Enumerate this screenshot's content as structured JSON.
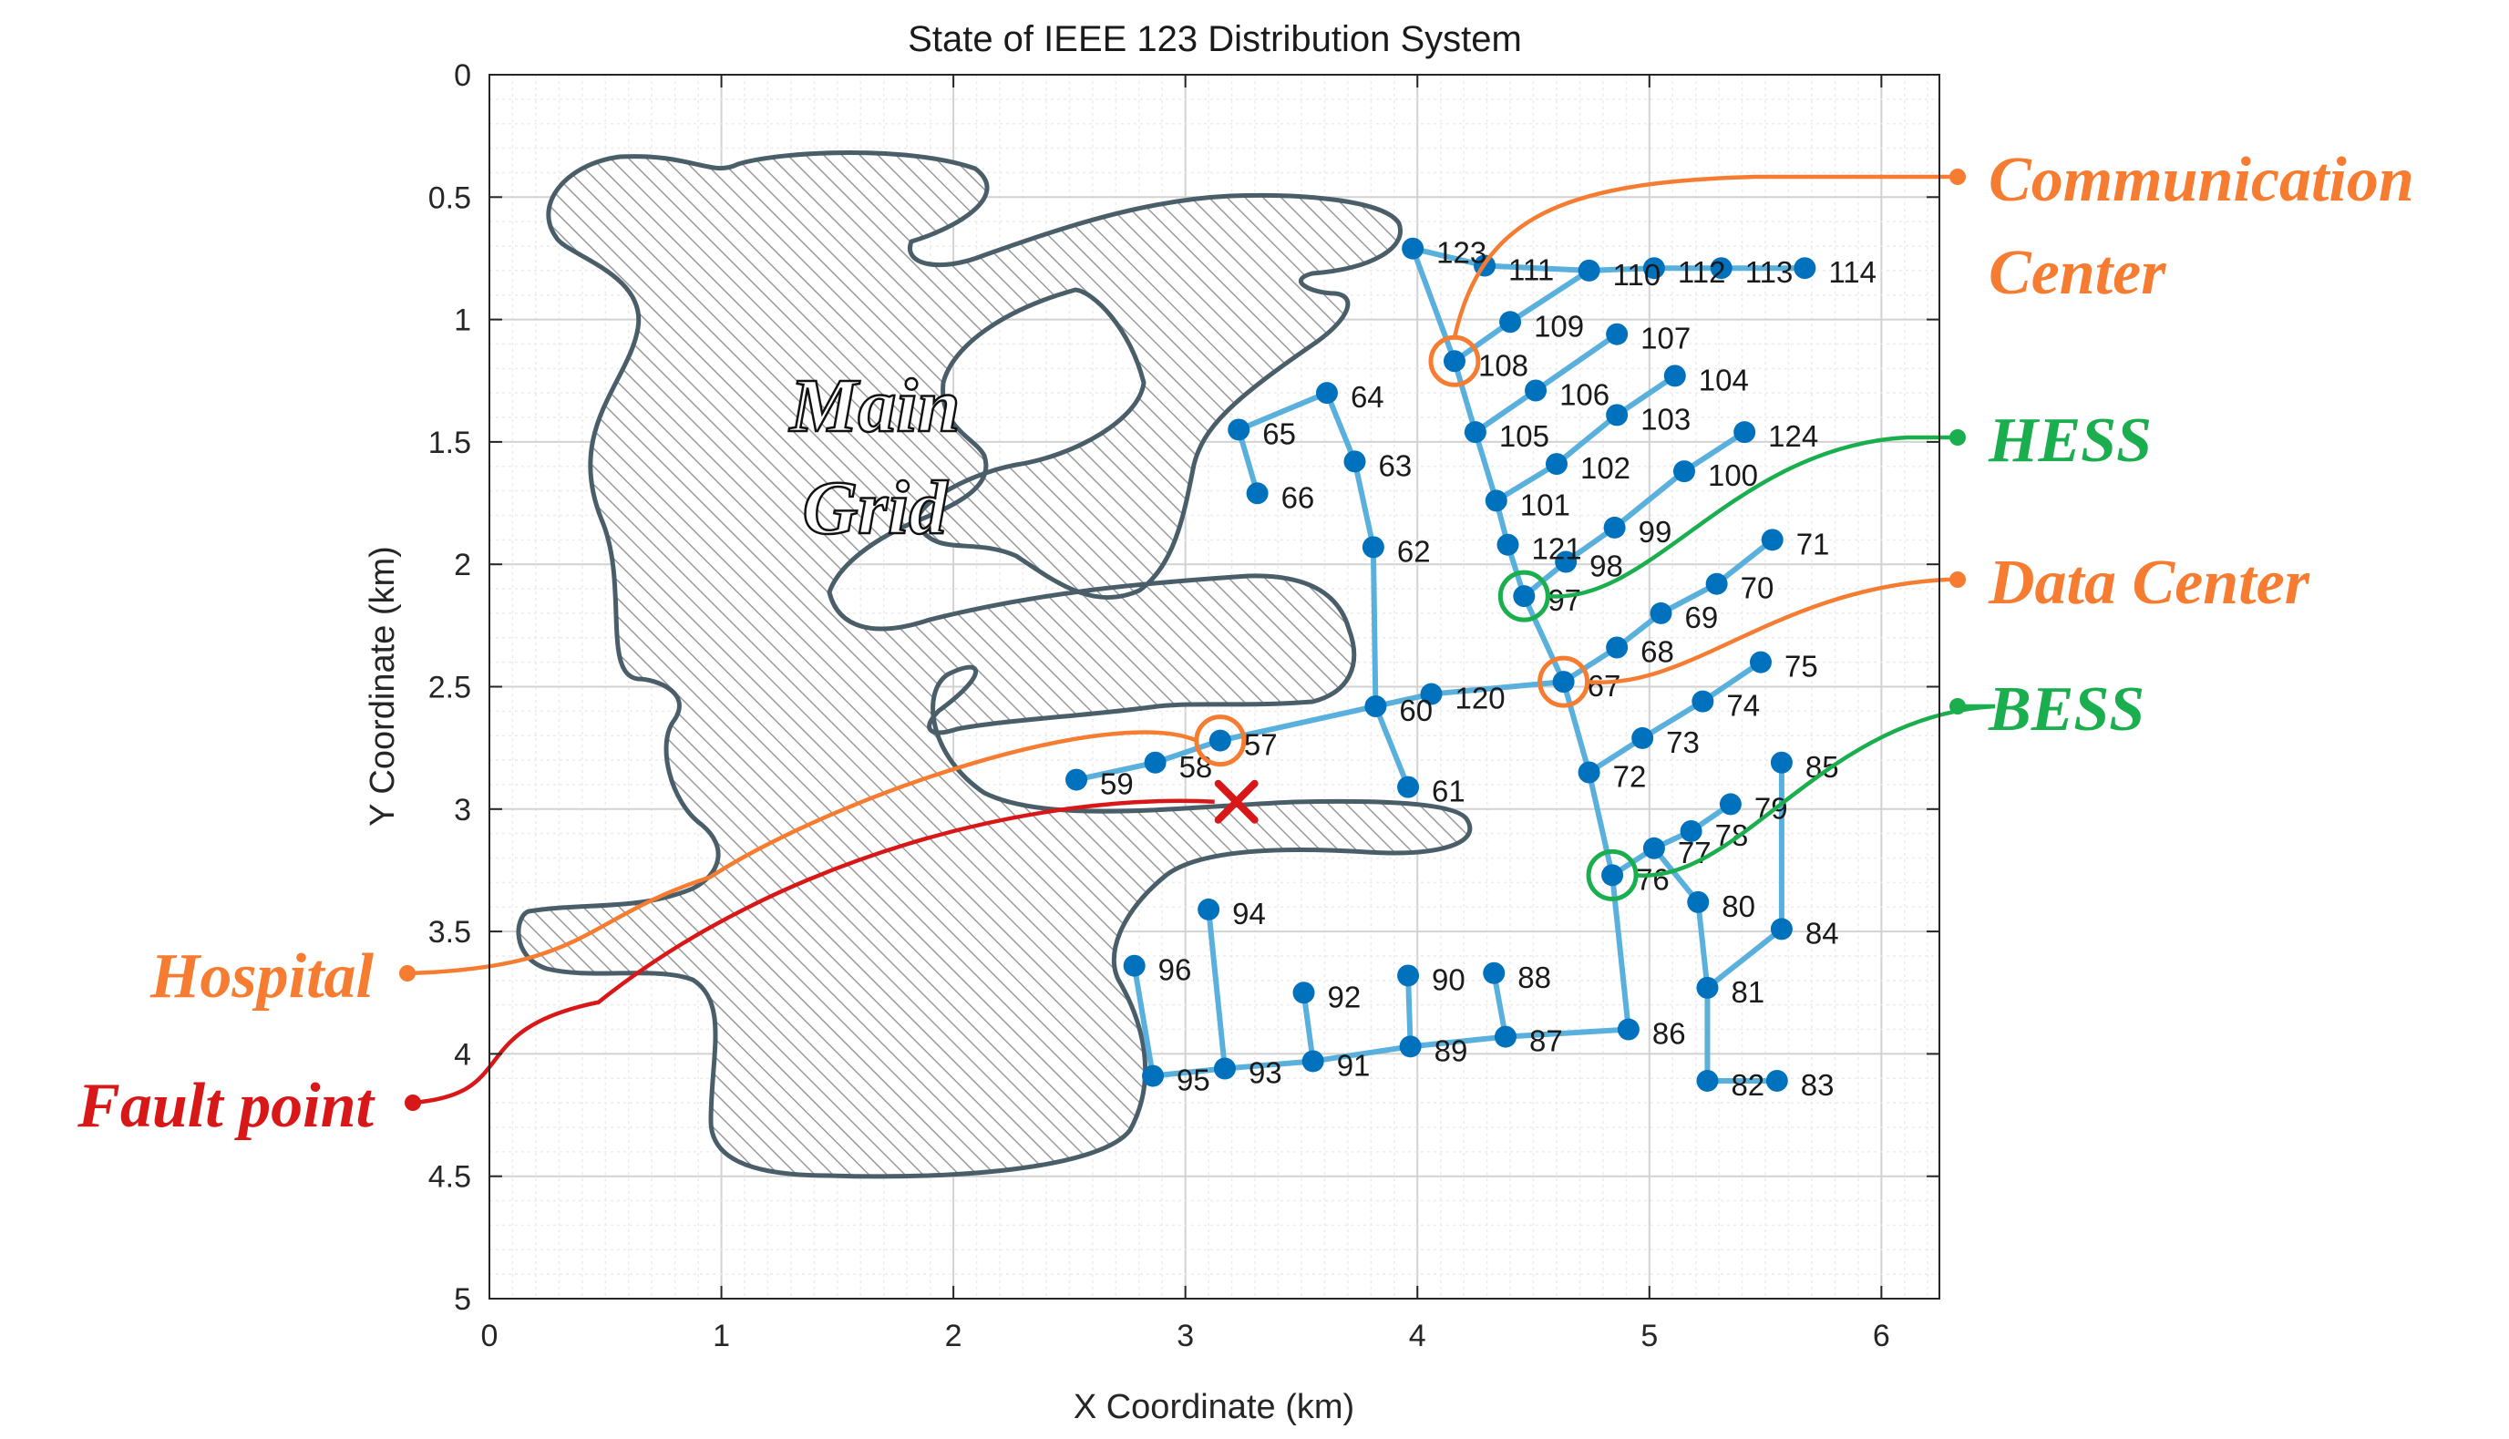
{
  "chart_data": {
    "type": "scatter",
    "title": "State of IEEE 123 Distribution System",
    "xlabel": "X Coordinate (km)",
    "ylabel": "Y Coordinate (km)",
    "xlim": [
      0,
      6.25
    ],
    "ylim": [
      0,
      5
    ],
    "y_axis_reversed": true,
    "grid": true,
    "minor_grid": true,
    "xticks": [
      "0",
      "1",
      "2",
      "3",
      "4",
      "5",
      "6"
    ],
    "yticks": [
      "0",
      "0.5",
      "1",
      "1.5",
      "2",
      "2.5",
      "3",
      "3.5",
      "4",
      "4.5",
      "5"
    ],
    "colors": {
      "line": "#5ab0dc",
      "node": "#0072bd",
      "orange": "#f57c30",
      "green": "#1aae4e",
      "red": "#d81818",
      "region_edge": "#4a5e6a",
      "grid": "#dedede"
    },
    "nodes": [
      {
        "id": "57",
        "x": 3.15,
        "y": 2.72
      },
      {
        "id": "58",
        "x": 2.87,
        "y": 2.81
      },
      {
        "id": "59",
        "x": 2.53,
        "y": 2.88
      },
      {
        "id": "60",
        "x": 3.82,
        "y": 2.58
      },
      {
        "id": "61",
        "x": 3.96,
        "y": 2.91
      },
      {
        "id": "62",
        "x": 3.81,
        "y": 1.93
      },
      {
        "id": "63",
        "x": 3.73,
        "y": 1.58
      },
      {
        "id": "64",
        "x": 3.61,
        "y": 1.3
      },
      {
        "id": "65",
        "x": 3.23,
        "y": 1.45
      },
      {
        "id": "66",
        "x": 3.31,
        "y": 1.71
      },
      {
        "id": "67",
        "x": 4.63,
        "y": 2.48
      },
      {
        "id": "68",
        "x": 4.86,
        "y": 2.34
      },
      {
        "id": "69",
        "x": 5.05,
        "y": 2.2
      },
      {
        "id": "70",
        "x": 5.29,
        "y": 2.08
      },
      {
        "id": "71",
        "x": 5.53,
        "y": 1.9
      },
      {
        "id": "72",
        "x": 4.74,
        "y": 2.85
      },
      {
        "id": "73",
        "x": 4.97,
        "y": 2.71
      },
      {
        "id": "74",
        "x": 5.23,
        "y": 2.56
      },
      {
        "id": "75",
        "x": 5.48,
        "y": 2.4
      },
      {
        "id": "76",
        "x": 4.84,
        "y": 3.27
      },
      {
        "id": "77",
        "x": 5.02,
        "y": 3.16
      },
      {
        "id": "78",
        "x": 5.18,
        "y": 3.09
      },
      {
        "id": "79",
        "x": 5.35,
        "y": 2.98
      },
      {
        "id": "80",
        "x": 5.21,
        "y": 3.38
      },
      {
        "id": "81",
        "x": 5.25,
        "y": 3.73
      },
      {
        "id": "82",
        "x": 5.25,
        "y": 4.11
      },
      {
        "id": "83",
        "x": 5.55,
        "y": 4.11
      },
      {
        "id": "84",
        "x": 5.57,
        "y": 3.49
      },
      {
        "id": "85",
        "x": 5.57,
        "y": 2.81
      },
      {
        "id": "86",
        "x": 4.91,
        "y": 3.9
      },
      {
        "id": "87",
        "x": 4.38,
        "y": 3.93
      },
      {
        "id": "88",
        "x": 4.33,
        "y": 3.67
      },
      {
        "id": "89",
        "x": 3.97,
        "y": 3.97
      },
      {
        "id": "90",
        "x": 3.96,
        "y": 3.68
      },
      {
        "id": "91",
        "x": 3.55,
        "y": 4.03
      },
      {
        "id": "92",
        "x": 3.51,
        "y": 3.75
      },
      {
        "id": "93",
        "x": 3.17,
        "y": 4.06
      },
      {
        "id": "94",
        "x": 3.1,
        "y": 3.41
      },
      {
        "id": "95",
        "x": 2.86,
        "y": 4.09
      },
      {
        "id": "96",
        "x": 2.78,
        "y": 3.64
      },
      {
        "id": "97",
        "x": 4.46,
        "y": 2.13
      },
      {
        "id": "98",
        "x": 4.64,
        "y": 1.99
      },
      {
        "id": "99",
        "x": 4.85,
        "y": 1.85
      },
      {
        "id": "100",
        "x": 5.15,
        "y": 1.62
      },
      {
        "id": "101",
        "x": 4.34,
        "y": 1.74
      },
      {
        "id": "102",
        "x": 4.6,
        "y": 1.59
      },
      {
        "id": "103",
        "x": 4.86,
        "y": 1.39
      },
      {
        "id": "104",
        "x": 5.11,
        "y": 1.23
      },
      {
        "id": "105",
        "x": 4.25,
        "y": 1.46
      },
      {
        "id": "106",
        "x": 4.51,
        "y": 1.29
      },
      {
        "id": "107",
        "x": 4.86,
        "y": 1.06
      },
      {
        "id": "108",
        "x": 4.16,
        "y": 1.17
      },
      {
        "id": "109",
        "x": 4.4,
        "y": 1.01
      },
      {
        "id": "110",
        "x": 4.74,
        "y": 0.8
      },
      {
        "id": "111",
        "x": 4.29,
        "y": 0.78
      },
      {
        "id": "112",
        "x": 5.02,
        "y": 0.79
      },
      {
        "id": "113",
        "x": 5.31,
        "y": 0.79
      },
      {
        "id": "114",
        "x": 5.67,
        "y": 0.79
      },
      {
        "id": "120",
        "x": 4.06,
        "y": 2.53
      },
      {
        "id": "121",
        "x": 4.39,
        "y": 1.92
      },
      {
        "id": "123",
        "x": 3.98,
        "y": 0.71
      },
      {
        "id": "124",
        "x": 5.41,
        "y": 1.46
      }
    ],
    "edges": [
      [
        "57",
        "58"
      ],
      [
        "58",
        "59"
      ],
      [
        "57",
        "60"
      ],
      [
        "60",
        "61"
      ],
      [
        "60",
        "62"
      ],
      [
        "62",
        "63"
      ],
      [
        "63",
        "64"
      ],
      [
        "64",
        "65"
      ],
      [
        "65",
        "66"
      ],
      [
        "60",
        "120"
      ],
      [
        "120",
        "67"
      ],
      [
        "67",
        "68"
      ],
      [
        "68",
        "69"
      ],
      [
        "69",
        "70"
      ],
      [
        "70",
        "71"
      ],
      [
        "67",
        "72"
      ],
      [
        "72",
        "73"
      ],
      [
        "73",
        "74"
      ],
      [
        "74",
        "75"
      ],
      [
        "72",
        "76"
      ],
      [
        "76",
        "77"
      ],
      [
        "77",
        "78"
      ],
      [
        "78",
        "79"
      ],
      [
        "77",
        "80"
      ],
      [
        "80",
        "81"
      ],
      [
        "81",
        "82"
      ],
      [
        "82",
        "83"
      ],
      [
        "81",
        "84"
      ],
      [
        "84",
        "85"
      ],
      [
        "76",
        "86"
      ],
      [
        "86",
        "87"
      ],
      [
        "87",
        "88"
      ],
      [
        "87",
        "89"
      ],
      [
        "89",
        "90"
      ],
      [
        "89",
        "91"
      ],
      [
        "91",
        "92"
      ],
      [
        "91",
        "93"
      ],
      [
        "93",
        "94"
      ],
      [
        "93",
        "95"
      ],
      [
        "95",
        "96"
      ],
      [
        "67",
        "97"
      ],
      [
        "97",
        "98"
      ],
      [
        "98",
        "99"
      ],
      [
        "97",
        "121"
      ],
      [
        "121",
        "101"
      ],
      [
        "101",
        "102"
      ],
      [
        "102",
        "103"
      ],
      [
        "103",
        "104"
      ],
      [
        "101",
        "105"
      ],
      [
        "105",
        "106"
      ],
      [
        "106",
        "107"
      ],
      [
        "105",
        "108"
      ],
      [
        "108",
        "109"
      ],
      [
        "109",
        "110"
      ],
      [
        "110",
        "112"
      ],
      [
        "112",
        "113"
      ],
      [
        "113",
        "114"
      ],
      [
        "108",
        "123"
      ],
      [
        "123",
        "111"
      ],
      [
        "111",
        "110"
      ],
      [
        "99",
        "100"
      ],
      [
        "100",
        "124"
      ]
    ],
    "regions": [
      {
        "name": "Main Grid",
        "label_lines": [
          "Main",
          "Grid"
        ]
      }
    ],
    "fault": {
      "x": 3.22,
      "y": 2.97
    },
    "highlighted_nodes": [
      {
        "node": "108",
        "color": "orange"
      },
      {
        "node": "97",
        "color": "green"
      },
      {
        "node": "67",
        "color": "orange"
      },
      {
        "node": "57",
        "color": "orange"
      },
      {
        "node": "76",
        "color": "green"
      }
    ],
    "annotations": [
      {
        "lines": [
          "Communication",
          "Center"
        ],
        "node": "108",
        "color": "orange"
      },
      {
        "lines": [
          "HESS"
        ],
        "node": "97",
        "color": "green"
      },
      {
        "lines": [
          "Data Center"
        ],
        "node": "67",
        "color": "orange"
      },
      {
        "lines": [
          "BESS"
        ],
        "node": "76",
        "color": "green"
      },
      {
        "lines": [
          "Hospital"
        ],
        "node": "57",
        "color": "orange"
      },
      {
        "lines": [
          "Fault point"
        ],
        "node": "fault",
        "color": "red"
      }
    ]
  }
}
